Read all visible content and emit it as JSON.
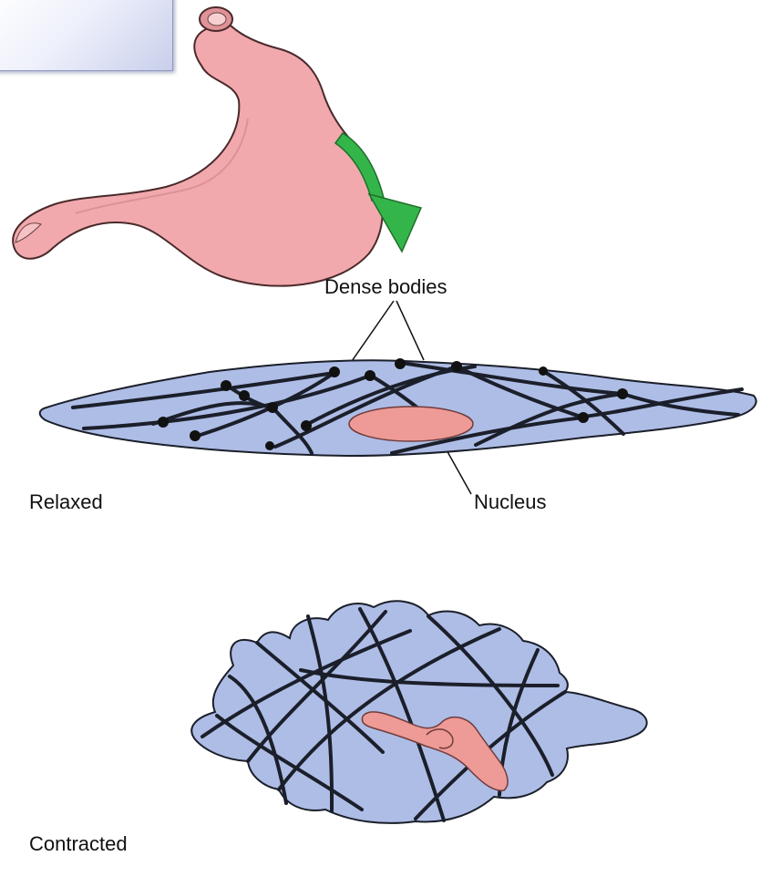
{
  "labels": {
    "dense_bodies": "Dense bodies",
    "nucleus": "Nucleus",
    "relaxed": "Relaxed",
    "contracted": "Contracted"
  },
  "colors": {
    "stomach": "#f1a9ae",
    "stomach_outline": "#4a2a2a",
    "arrow": "#34b54a",
    "cell_fill": "#aebde6",
    "filament": "#1b1f2a",
    "nucleus": "#ee9a96"
  }
}
